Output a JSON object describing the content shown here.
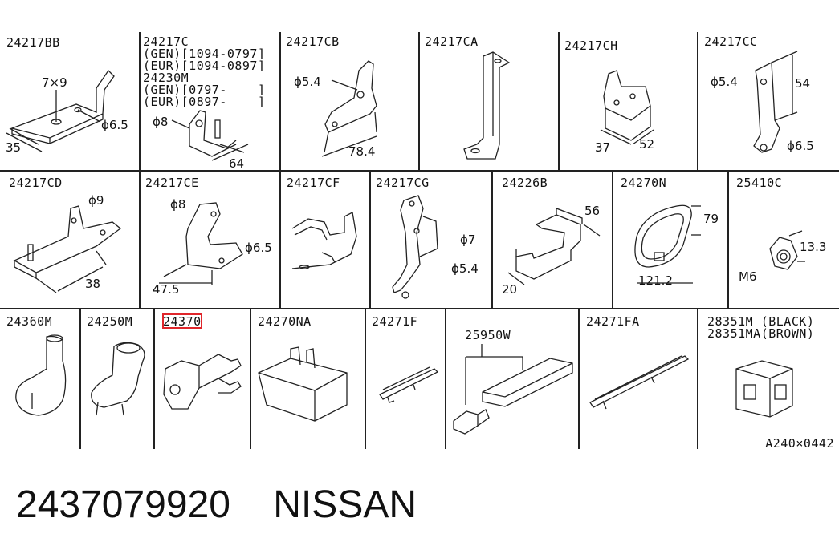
{
  "rows": [
    {
      "cells": [
        {
          "part": "24217BB",
          "dims": [
            "7×9",
            "ϕ6.5",
            "35"
          ]
        },
        {
          "part": "24217C\n(GEN)[1094-0797]\n(EUR)[1094-0897]\n24230M\n(GEN)[0797-    ]\n(EUR)[0897-    ]",
          "dims": [
            "ϕ8",
            "64"
          ]
        },
        {
          "part": "24217CB",
          "dims": [
            "ϕ5.4",
            "78.4"
          ]
        },
        {
          "part": "24217CA",
          "dims": []
        },
        {
          "part": "24217CH",
          "dims": [
            "37",
            "52"
          ]
        },
        {
          "part": "24217CC",
          "dims": [
            "ϕ5.4",
            "54",
            "ϕ6.5"
          ]
        }
      ]
    },
    {
      "cells": [
        {
          "part": "24217CD",
          "dims": [
            "ϕ9",
            "38"
          ]
        },
        {
          "part": "24217CE",
          "dims": [
            "ϕ8",
            "ϕ6.5",
            "47.5"
          ]
        },
        {
          "part": "24217CF",
          "dims": []
        },
        {
          "part": "24217CG",
          "dims": [
            "ϕ7",
            "ϕ5.4"
          ]
        },
        {
          "part": "24226B",
          "dims": [
            "56",
            "20"
          ]
        },
        {
          "part": "24270N",
          "dims": [
            "79",
            "121.2"
          ]
        },
        {
          "part": "25410C",
          "dims": [
            "13.3",
            "M6"
          ]
        }
      ]
    },
    {
      "cells": [
        {
          "part": "24360M",
          "dims": []
        },
        {
          "part": "24250M",
          "dims": []
        },
        {
          "part": "24370",
          "dims": [],
          "highlighted": true
        },
        {
          "part": "24270NA",
          "dims": []
        },
        {
          "part": "24271F",
          "dims": []
        },
        {
          "part": "25950W",
          "dims": []
        },
        {
          "part": "24271FA",
          "dims": []
        },
        {
          "part": "28351M (BLACK)\n28351MA(BROWN)",
          "dims": []
        }
      ]
    }
  ],
  "figure_code": "A240×0442",
  "caption": {
    "part_number": "2437079920",
    "brand": "NISSAN"
  },
  "colors": {
    "line": "#222222",
    "highlight": "#e0262b",
    "background": "#ffffff"
  }
}
